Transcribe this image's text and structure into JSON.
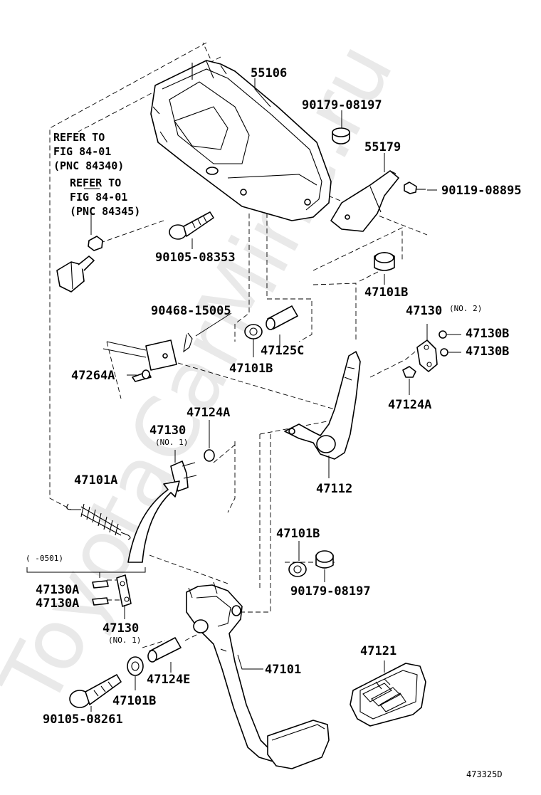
{
  "watermark": "ToyotaCarMine.ru",
  "diagram_code": "473325D",
  "refer": {
    "a": {
      "line1": "REFER TO",
      "line2": "FIG 84-01",
      "line3": "(PNC 84340)"
    },
    "b": {
      "line1": "REFER TO",
      "line2": "FIG 84-01",
      "line3": "(PNC 84345)"
    }
  },
  "date_range": "(     -0501)",
  "parts": {
    "p55106": "55106",
    "p90179_top": "90179-08197",
    "p55179": "55179",
    "p90119": "90119-08895",
    "p90105_top": "90105-08353",
    "p47101B_r": "47101B",
    "p90468": "90468-15005",
    "p47130_no2": "47130",
    "no2": "(NO. 2)",
    "p47130B_1": "47130B",
    "p47130B_2": "47130B",
    "p47125C": "47125C",
    "p47101B_c": "47101B",
    "p47264A": "47264A",
    "p47124A_r": "47124A",
    "p47124A_c": "47124A",
    "p47130_no1": "47130",
    "no1": "(NO. 1)",
    "p47112": "47112",
    "p47101A": "47101A",
    "p47101B_lc": "47101B",
    "p90179_bot": "90179-08197",
    "p47130A_1": "47130A",
    "p47130A_2": "47130A",
    "p47130_no1_l": "47130",
    "no1_l": "(NO. 1)",
    "p47121": "47121",
    "p47101": "47101",
    "p47124E": "47124E",
    "p47101B_bot": "47101B",
    "p90105_bot": "90105-08261"
  }
}
